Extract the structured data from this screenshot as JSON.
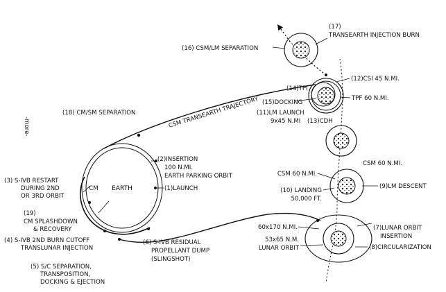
{
  "diagram": {
    "earth_label": "EARTH",
    "cm_label": "CM",
    "side_note": "-more-",
    "trajectory_label": "CSM TRANSEARTH TRAJECTORY",
    "labels": {
      "l1": "(1)LAUNCH",
      "l2a": "(2)INSERTION",
      "l2b": "100 N.MI.",
      "l2c": "EARTH PARKING ORBIT",
      "l3a": "(3)  S-IVB RESTART",
      "l3b": "DURING 2ND",
      "l3c": "OR 3RD ORBIT",
      "l4a": "(4)  S-IVB 2ND BURN CUTOFF",
      "l4b": "TRANSLUNAR INJECTION",
      "l5a": "(5) S/C SEPARATION,",
      "l5b": "TRANSPOSITION,",
      "l5c": "DOCKING & EJECTION",
      "l6a": "(6) S-IVB RESIDUAL",
      "l6b": "PROPELLANT DUMP",
      "l6c": "(SLINGSHOT)",
      "l7a": "(7)LUNAR ORBIT",
      "l7b": "INSERTION",
      "l7c": "60x170 N.MI.",
      "l8": "(8)CIRCULARIZATION",
      "l8b": "53x65 N.M.",
      "l8c": "LUNAR ORBIT",
      "l9": "(9)LM DESCENT",
      "l10a": "(10)  LANDING",
      "l10b": "50,000 FT.",
      "csm60a": "CSM 60 N.MI.",
      "csm60b": "CSM 60 N.MI.",
      "l11a": "(11)LM LAUNCH",
      "l11b": "9x45 N.MI",
      "l12": "(12)CSI 45 N.MI.",
      "l13": "(13)CDH",
      "l14": "(14)TPI",
      "tpf": "TPF 60 N.MI.",
      "l15": "(15)DOCKING",
      "l16": "(16) CSM/LM SEPARATION",
      "l17a": "(17)",
      "l17b": "TRANSEARTH INJECTION BURN",
      "l18": "(18) CM/SM SEPARATION",
      "l19a": "(19)",
      "l19b": "CM SPLASHDOWN",
      "l19c": "& RECOVERY"
    }
  }
}
